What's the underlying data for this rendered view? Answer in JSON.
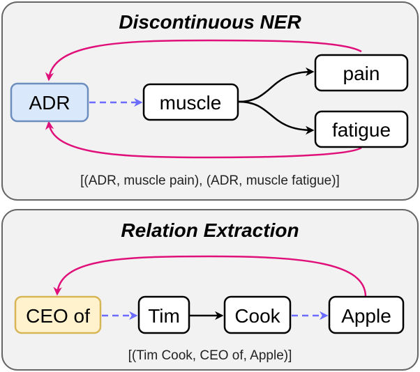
{
  "panels": {
    "ner": {
      "title": "Discontinuous NER",
      "nodes": {
        "adr": "ADR",
        "muscle": "muscle",
        "pain": "pain",
        "fatigue": "fatigue"
      },
      "caption": "[(ADR, muscle pain), (ADR, muscle fatigue)]"
    },
    "re": {
      "title": "Relation Extraction",
      "nodes": {
        "ceo_of": "CEO of",
        "tim": "Tim",
        "cook": "Cook",
        "apple": "Apple"
      },
      "caption": "[(Tim Cook, CEO of, Apple)]"
    }
  },
  "colors": {
    "panel_fill": "#f2f2f2",
    "panel_border": "#666666",
    "relation_arc": "#e0107a",
    "dashed_link": "#6b6bff",
    "adr_fill": "#dae8fc",
    "adr_border": "#6c8ebf",
    "ceo_fill": "#fff2cc",
    "ceo_border": "#d6b656",
    "node_border": "#000000"
  }
}
